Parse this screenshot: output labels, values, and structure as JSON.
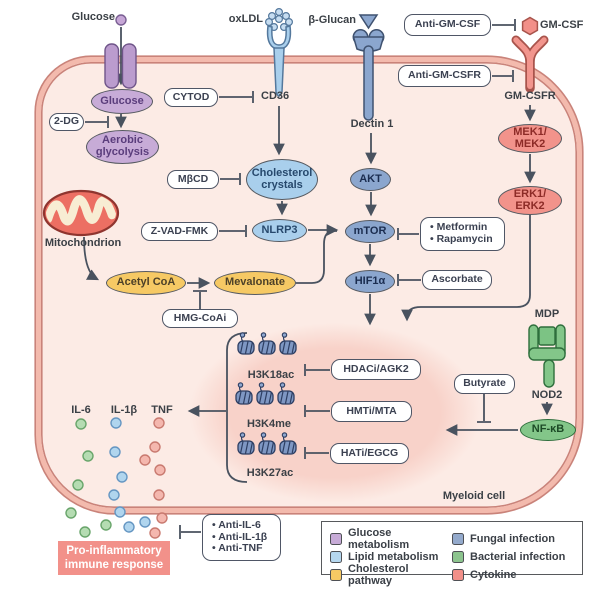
{
  "palette": {
    "glucose_metabolism": "#c7abd7",
    "lipid_metabolism": "#a9cfec",
    "cholesterol_pathway": "#f6c964",
    "fungal_infection": "#8ba6ce",
    "bacterial_infection": "#83c689",
    "cytokine": "#f2938b",
    "membrane": "#f3baad",
    "cell_fill": "#fcebe5",
    "arrow": "#49525f"
  },
  "extracellular": {
    "glucose": "Glucose",
    "oxldl": "oxLDL",
    "beta_glucan": "β-Glucan",
    "gm_csf": "GM-CSF"
  },
  "receptors": {
    "cd36": "CD36",
    "dectin1": "Dectin 1",
    "gm_csfr": "GM-CSFR",
    "nod2": "NOD2",
    "mdp": "MDP"
  },
  "organelles": {
    "mitochondrion": "Mitochondrion"
  },
  "nodes": {
    "glucose_internal": "Glucose",
    "aerobic_glycolysis": {
      "line1": "Aerobic",
      "line2": "glycolysis"
    },
    "cholesterol_crystals": {
      "line1": "Cholesterol",
      "line2": "crystals"
    },
    "nlrp3": "NLRP3",
    "akt": "AKT",
    "mtor": "mTOR",
    "hif1a": "HIF1α",
    "mek": {
      "line1": "MEK1/",
      "line2": "MEK2"
    },
    "erk": {
      "line1": "ERK1/",
      "line2": "ERK2"
    },
    "acetyl_coa": "Acetyl CoA",
    "mevalonate": "Mevalonate",
    "nfkb": "NF-κB"
  },
  "inhibitors": {
    "two_dg": "2-DG",
    "cytod": "CYTOD",
    "mbcd": "MβCD",
    "zvad": "Z-VAD-FMK",
    "hmg_coai": "HMG-CoAi",
    "anti_gm_csf": "Anti-GM-CSF",
    "anti_gm_csfr": "Anti-GM-CSFR",
    "mtor_inhibitors": {
      "items": [
        "Metformin",
        "Rapamycin"
      ]
    },
    "ascorbate": "Ascorbate",
    "butyrate": "Butyrate",
    "hdaci": "HDACi/AGK2",
    "hmti": "HMTi/MTA",
    "hati": "HATi/EGCG",
    "anti_cytokines": {
      "items": [
        "Anti-IL-6",
        "Anti-IL-1β",
        "Anti-TNF"
      ]
    }
  },
  "histones": {
    "h3k18ac": "H3K18ac",
    "h3k4me": "H3K4me",
    "h3k27ac": "H3K27ac"
  },
  "cytokines": {
    "il6": "IL-6",
    "il1b": "IL-1β",
    "tnf": "TNF"
  },
  "outcome": {
    "line1": "Pro-inflammatory",
    "line2": "immune response"
  },
  "cell_label": "Myeloid cell",
  "legend": {
    "items": [
      {
        "label": "Glucose metabolism",
        "color": "#c7abd7"
      },
      {
        "label": "Lipid metabolism",
        "color": "#b5d7ef"
      },
      {
        "label": "Cholesterol pathway",
        "color": "#f6c964"
      },
      {
        "label": "Fungal infection",
        "color": "#94aacc"
      },
      {
        "label": "Bacterial infection",
        "color": "#8cc48e"
      },
      {
        "label": "Cytokine",
        "color": "#f29089"
      }
    ]
  }
}
